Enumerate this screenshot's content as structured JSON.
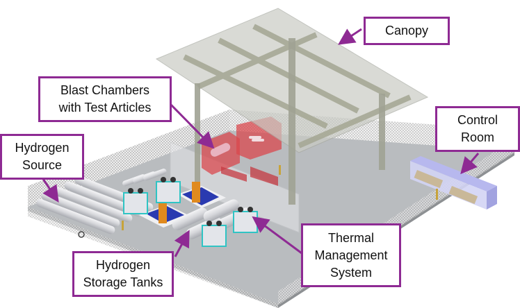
{
  "diagram": {
    "subject": "Hydrogen test facility layout (3D isometric rendering)",
    "colors": {
      "callout_border": "#8e2a93",
      "arrow": "#8e2a93",
      "blast_chamber": "#d9484e",
      "thermal_unit": "#2fc4c4",
      "pump_skid": "#2a3ab0",
      "control_room": "#b7b8ee",
      "ground": "#b9bcbf",
      "canopy": "#c9cbc4"
    },
    "callouts": [
      {
        "id": "canopy",
        "text": "Canopy"
      },
      {
        "id": "blast-chambers",
        "text": "Blast Chambers\nwith Test Articles"
      },
      {
        "id": "control-room",
        "text": "Control\nRoom"
      },
      {
        "id": "hydrogen-source",
        "text": "Hydrogen\nSource"
      },
      {
        "id": "hydrogen-storage-tanks",
        "text": "Hydrogen\nStorage Tanks"
      },
      {
        "id": "thermal-management",
        "text": "Thermal\nManagement\nSystem"
      }
    ]
  }
}
